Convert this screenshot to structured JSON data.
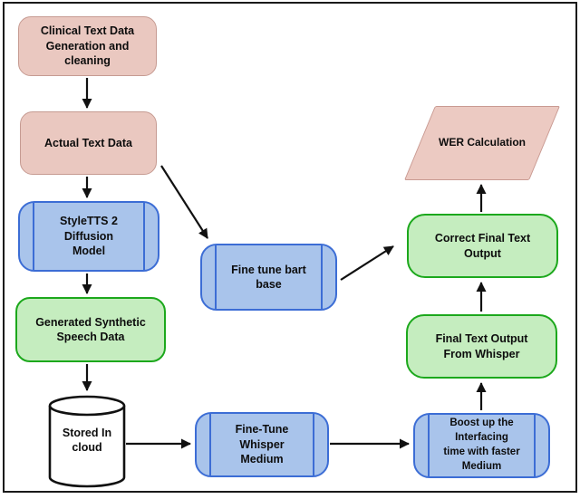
{
  "diagram": {
    "nodes": {
      "clinical": {
        "label": "Clinical Text Data\nGeneration and\ncleaning",
        "shape": "rounded-rect",
        "color": "pink"
      },
      "actual": {
        "label": "Actual Text Data",
        "shape": "rounded-rect",
        "color": "pink"
      },
      "styletts": {
        "label": "StyleTTS 2\nDiffusion\nModel",
        "shape": "subroutine",
        "color": "blue"
      },
      "generated": {
        "label": "Generated Synthetic\nSpeech Data",
        "shape": "rounded-rect",
        "color": "green"
      },
      "stored": {
        "label": "Stored In\ncloud",
        "shape": "cylinder",
        "color": "white"
      },
      "bart": {
        "label": "Fine tune bart\nbase",
        "shape": "subroutine",
        "color": "blue"
      },
      "whisper_ft": {
        "label": "Fine-Tune\nWhisper\nMedium",
        "shape": "subroutine",
        "color": "blue"
      },
      "wer": {
        "label": "WER Calculation",
        "shape": "parallelogram",
        "color": "pink"
      },
      "correct": {
        "label": "Correct Final Text\nOutput",
        "shape": "rounded-rect",
        "color": "green"
      },
      "final": {
        "label": "Final Text Output\nFrom Whisper",
        "shape": "rounded-rect",
        "color": "green"
      },
      "boost": {
        "label": "Boost up the\nInterfacing\ntime with faster\nMedium",
        "shape": "subroutine",
        "color": "blue"
      }
    },
    "edges": [
      {
        "from": "clinical",
        "to": "actual"
      },
      {
        "from": "actual",
        "to": "styletts"
      },
      {
        "from": "actual",
        "to": "bart"
      },
      {
        "from": "styletts",
        "to": "generated"
      },
      {
        "from": "generated",
        "to": "stored"
      },
      {
        "from": "stored",
        "to": "whisper_ft"
      },
      {
        "from": "whisper_ft",
        "to": "boost"
      },
      {
        "from": "boost",
        "to": "final"
      },
      {
        "from": "final",
        "to": "correct"
      },
      {
        "from": "bart",
        "to": "correct"
      },
      {
        "from": "correct",
        "to": "wer"
      }
    ],
    "colors": {
      "pink_fill": "#EAC8C0",
      "pink_border": "#C69B92",
      "blue_fill": "#A9C4EB",
      "blue_border": "#3C6DD5",
      "green_fill": "#C5EDBF",
      "green_border": "#1CA81C",
      "cylinder_fill": "#FFFFFF",
      "arrow": "#111111",
      "frame": "#1A1A1A"
    }
  }
}
